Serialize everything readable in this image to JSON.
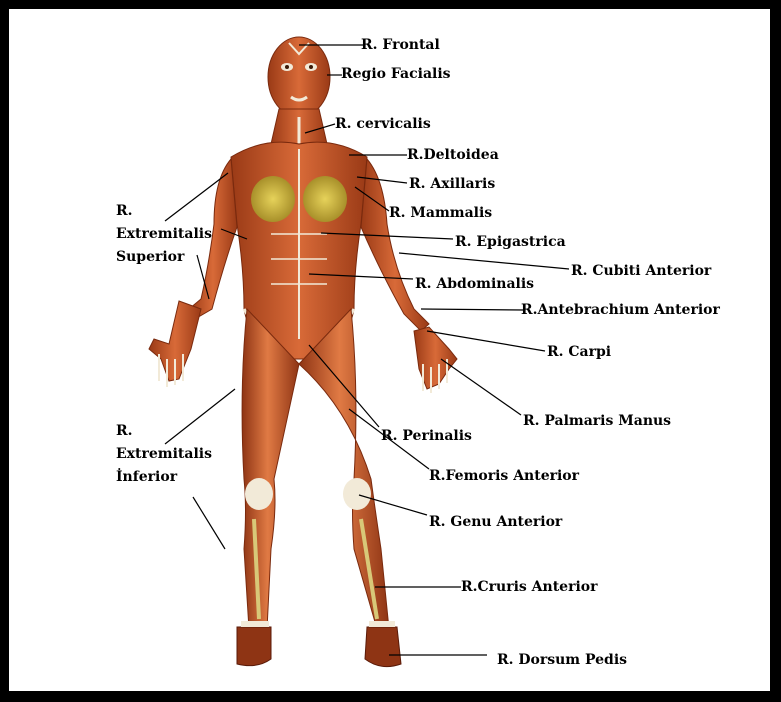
{
  "diagram": {
    "labels": {
      "frontal": "R. Frontal",
      "facialis": "Regio Facialis",
      "cervicalis": "R. cervicalis",
      "deltoidea": "R.Deltoidea",
      "axillaris": "R. Axillaris",
      "mammalis": "R. Mammalis",
      "extremitalis_superior_1": "R.",
      "extremitalis_superior_2": "Extremitalis",
      "extremitalis_superior_3": "Superior",
      "epigastrica": "R. Epigastrica",
      "cubiti_anterior": "R. Cubiti Anterior",
      "abdominalis": "R. Abdominalis",
      "antebrachium_anterior": "R.Antebrachium Anterior",
      "carpi": "R. Carpi",
      "palmaris_manus": "R. Palmaris Manus",
      "extremitalis_inferior_1": "R.",
      "extremitalis_inferior_2": "Extremitalis",
      "extremitalis_inferior_3": "İnferior",
      "perinalis": "R. Perinalis",
      "femoris_anterior": "R.Femoris Anterior",
      "genu_anterior": "R. Genu Anterior",
      "cruris_anterior": "R.Cruris Anterior",
      "dorsum_pedis": "R. Dorsum Pedis"
    },
    "colors": {
      "muscle": "#c85a2e",
      "muscle_dark": "#8e3414",
      "muscle_light": "#e08a5a",
      "tendon": "#f2ead8",
      "breast": "#c8b43a",
      "frame": "#000000",
      "background": "#ffffff"
    }
  }
}
